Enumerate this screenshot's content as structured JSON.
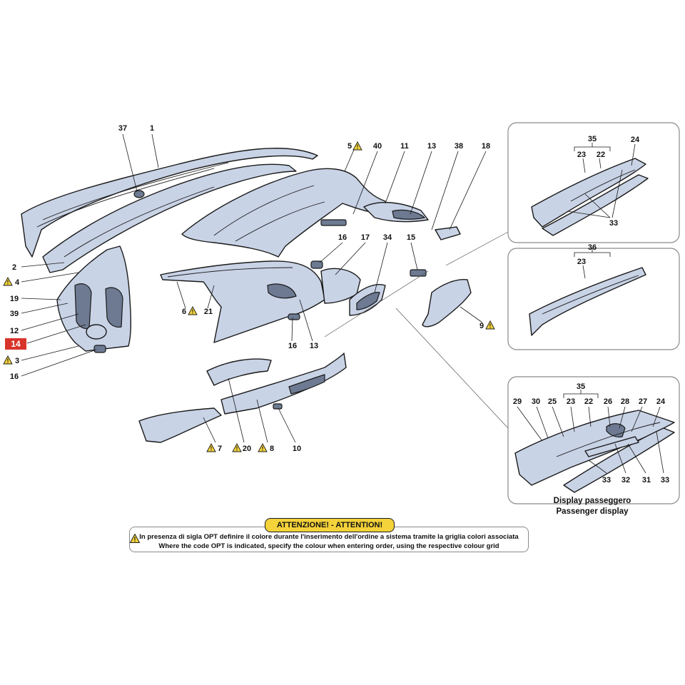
{
  "callouts": {
    "c1": "1",
    "c2": "2",
    "c3": "3",
    "c4": "4",
    "c5": "5",
    "c6": "6",
    "c7": "7",
    "c8": "8",
    "c9": "9",
    "c10": "10",
    "c11": "11",
    "c12": "12",
    "c13a": "13",
    "c13b": "13",
    "c14": "14",
    "c15": "15",
    "c16a": "16",
    "c16b": "16",
    "c16c": "16",
    "c17": "17",
    "c18": "18",
    "c19": "19",
    "c20": "20",
    "c21": "21",
    "c34": "34",
    "c37": "37",
    "c38": "38",
    "c39": "39",
    "c40": "40"
  },
  "inset_top": {
    "c35": "35",
    "c23": "23",
    "c22": "22",
    "c24": "24",
    "c33": "33"
  },
  "inset_mid": {
    "c36": "36",
    "c23": "23"
  },
  "inset_bottom": {
    "c35": "35",
    "c29": "29",
    "c30": "30",
    "c25": "25",
    "c23": "23",
    "c22": "22",
    "c26": "26",
    "c28": "28",
    "c27": "27",
    "c24": "24",
    "c33a": "33",
    "c32": "32",
    "c31": "31",
    "c33b": "33",
    "caption_it": "Display passeggero",
    "caption_en": "Passenger display"
  },
  "attention": {
    "title": "ATTENZIONE! - ATTENTION!",
    "line_it": "In presenza di sigla OPT definire il colore durante l'inserimento dell'ordine a sistema tramite la griglia colori associata",
    "line_en": "Where the code OPT is indicated, specify the colour when entering order, using the respective colour grid"
  },
  "highlight_color": "#d9342b",
  "warning_color": "#f3d23a",
  "part_color": "#c9d3e6"
}
